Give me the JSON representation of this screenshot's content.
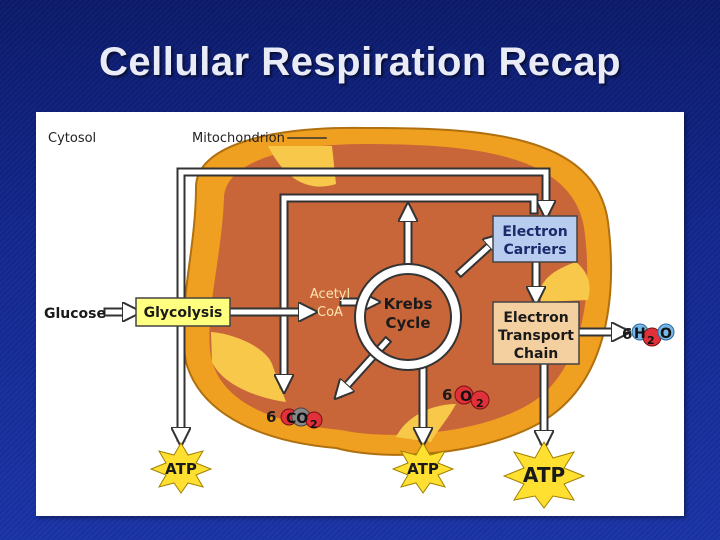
{
  "slide": {
    "title": "Cellular Respiration Recap"
  },
  "diagram": {
    "cytosol_label": "Cytosol",
    "mitochondrion_label": "Mitochondrion",
    "glucose_label": "Glucose",
    "glycolysis_label": "Glycolysis",
    "acetyl_coa": {
      "line1": "Acetyl",
      "line2": "CoA"
    },
    "krebs": {
      "line1": "Krebs",
      "line2": "Cycle"
    },
    "electron_carriers": {
      "line1": "Electron",
      "line2": "Carriers"
    },
    "etc": {
      "line1": "Electron",
      "line2": "Transport",
      "line3": "Chain"
    },
    "co2": {
      "coef": "6",
      "formula": "CO",
      "sub": "2"
    },
    "o2": {
      "coef": "6",
      "formula": "O",
      "sub": "2"
    },
    "h2o": {
      "coef": "6",
      "h": "H",
      "sub": "2",
      "o": "O"
    },
    "atp_labels": [
      "ATP",
      "ATP",
      "ATP"
    ],
    "colors": {
      "background": "#13278f",
      "cytosol": "#ffffff",
      "mito_outer": "#f0a020",
      "mito_matrix": "#c8663a",
      "cristae": "#f7c84a",
      "glycolysis_box": "#ffff80",
      "carriers_box": "#b8ccef",
      "etc_box": "#f4cfa0",
      "atp_star": "#ffe030",
      "o2_red": "#e0303a",
      "co2_gray": "#888888",
      "h2o_blue": "#78b8e8"
    }
  }
}
